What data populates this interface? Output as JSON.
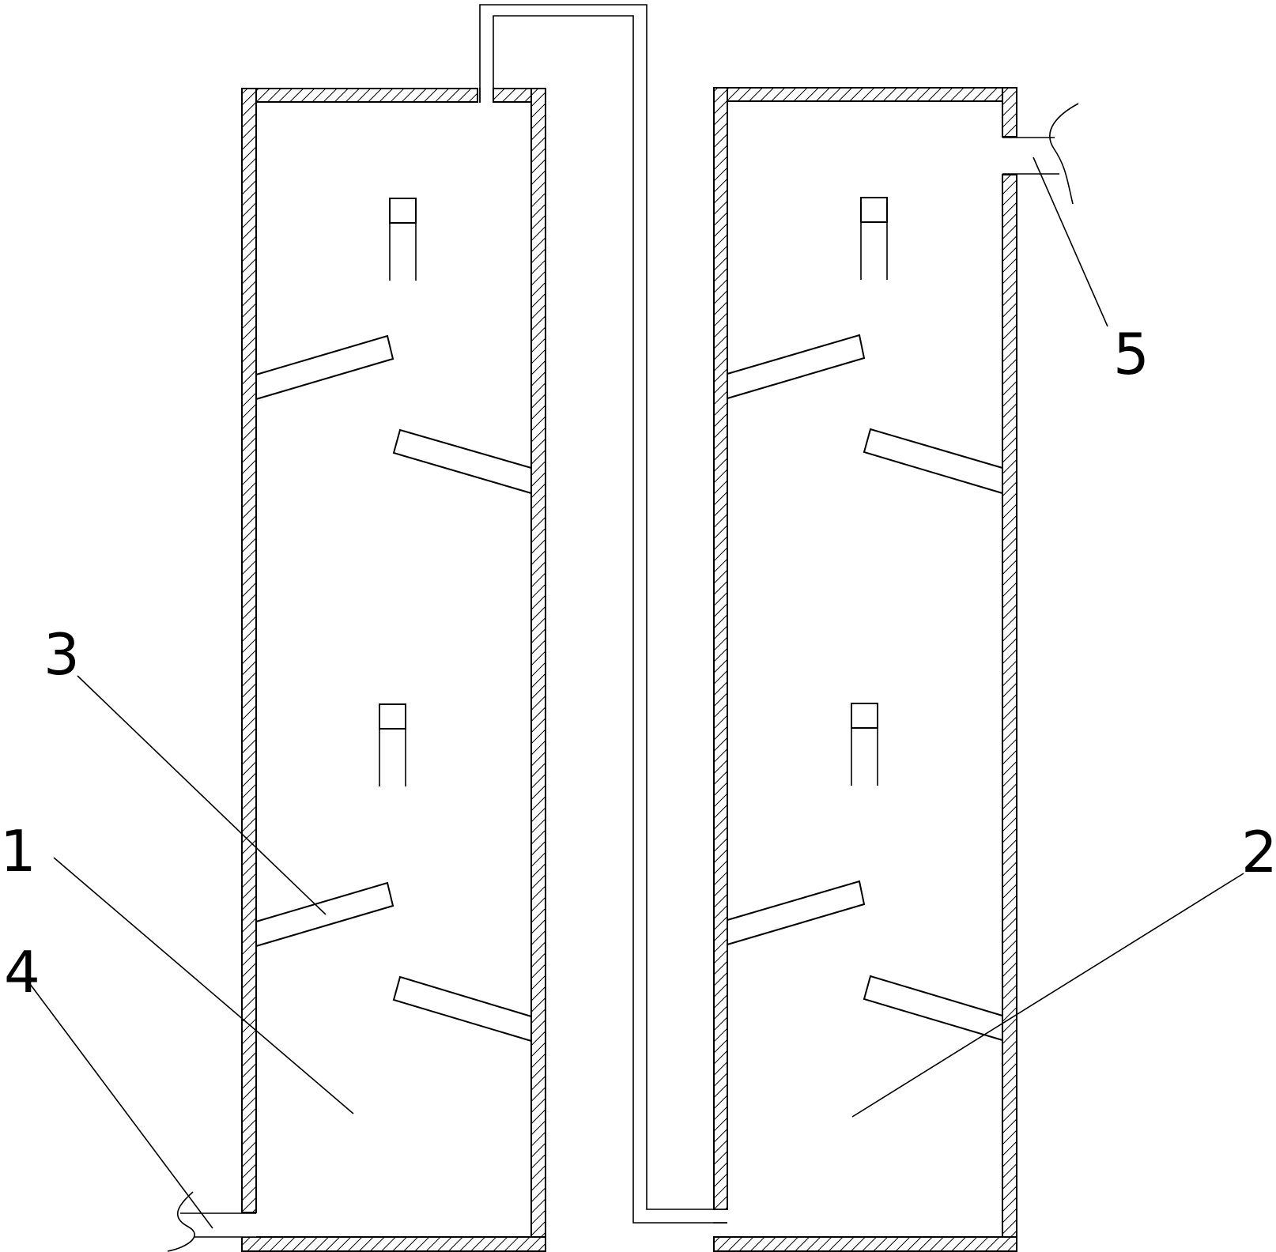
{
  "figure": {
    "labels": {
      "tank_1": "1",
      "tank_2": "2",
      "baffle": "3",
      "inlet_pipe": "4",
      "outlet_pipe": "5"
    }
  }
}
